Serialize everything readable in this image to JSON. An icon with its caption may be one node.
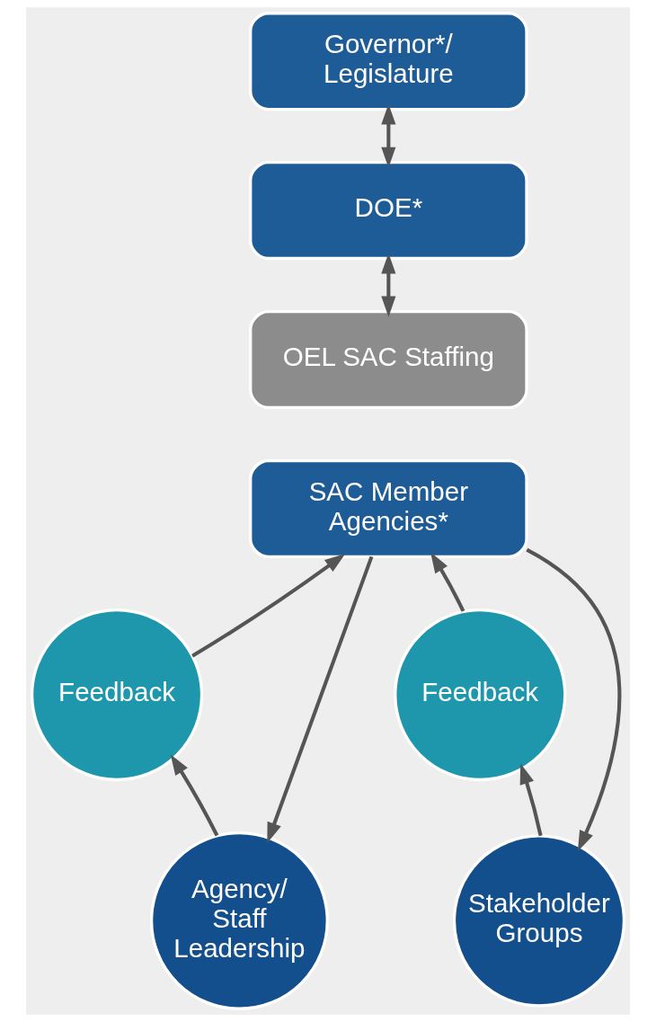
{
  "diagram": {
    "nodes": [
      {
        "text": [
          "Governor*/ Legislature"
        ]
      },
      {
        "text": [
          "DOE*"
        ]
      },
      {
        "text": [
          "OEL SAC Staffing"
        ]
      },
      {
        "text": [
          "SAC Member Agencies*"
        ]
      },
      {
        "text": [
          "Feedback"
        ]
      },
      {
        "text": [
          "Feedback"
        ]
      },
      {
        "text": [
          "Agency/ Staff Leadership"
        ]
      },
      {
        "text": [
          "Stakeholder Groups"
        ]
      }
    ],
    "edges": [
      {
        "from": 0,
        "to": 1,
        "arrow": "both"
      },
      {
        "from": 1,
        "to": 2,
        "arrow": "both"
      },
      {
        "from": 3,
        "to": 6,
        "arrow": "to"
      },
      {
        "from": 3,
        "to": 7,
        "arrow": "to"
      },
      {
        "from": 6,
        "to": 4,
        "arrow": "to"
      },
      {
        "from": 4,
        "to": 3,
        "arrow": "to"
      },
      {
        "from": 7,
        "to": 5,
        "arrow": "to"
      },
      {
        "from": 5,
        "to": 3,
        "arrow": "to"
      }
    ]
  }
}
